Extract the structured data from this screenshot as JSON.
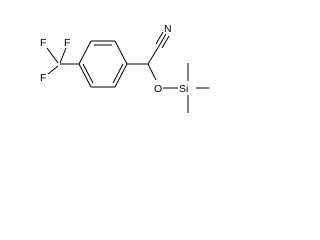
{
  "molecule": {
    "atoms": {
      "f_top_left": "F",
      "f_top_right": "F",
      "f_bottom": "F",
      "nitrogen": "N",
      "oxygen": "O",
      "silicon": "Si"
    }
  }
}
